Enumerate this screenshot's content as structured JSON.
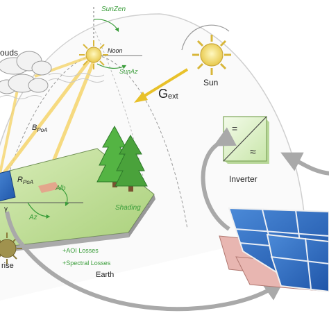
{
  "labels": {
    "sun_zenith": "SunZen",
    "noon": "Noon",
    "sun_azimuth": "SunAz",
    "clouds": "ouds",
    "beam_poa": "B",
    "beam_poa_sub": "PoA",
    "reflected_poa": "R",
    "reflected_poa_sub": "PoA",
    "albedo": "Alb",
    "azimuth": "Az",
    "tilt_partial": "γ",
    "shading": "Shading",
    "aoi_losses": "+AOI Losses",
    "spectral_losses": "+Spectral Losses",
    "earth": "Earth",
    "sunrise": "rise",
    "sun": "Sun",
    "g_ext_main": "G",
    "g_ext_sub": "ext",
    "inverter": "Inverter",
    "inverter_dc_symbol": "=",
    "inverter_ac_symbol": "≈"
  },
  "colors": {
    "green_label": "#3a9d3a",
    "sun_fill": "#f3e27a",
    "ground_green": "#c3df9f",
    "panel_blue": "#2f6fc4",
    "beam_yellow": "#f6d56b",
    "arrow_gray": "#a9a9a9"
  },
  "icons": {
    "sun": "sun-icon",
    "inverter": "inverter-icon",
    "trees": "tree-icon",
    "clouds": "cloud-icon",
    "panels": "solar-panel-icon"
  }
}
